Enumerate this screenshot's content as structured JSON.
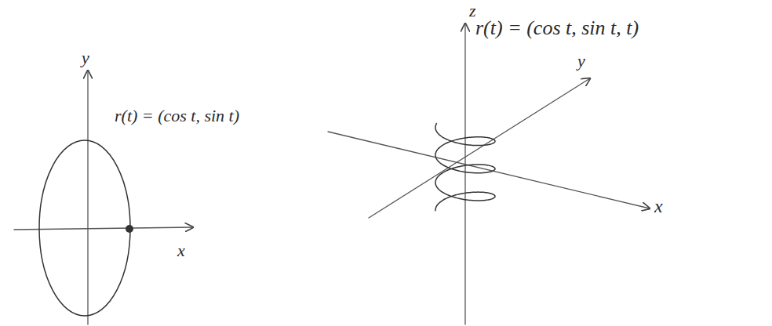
{
  "diagram": {
    "labels": [
      "y",
      "r(t) = (cos t, sin t)",
      "x",
      "z",
      "r(t) = (cos t, sin t, t)",
      "y",
      "x"
    ]
  }
}
